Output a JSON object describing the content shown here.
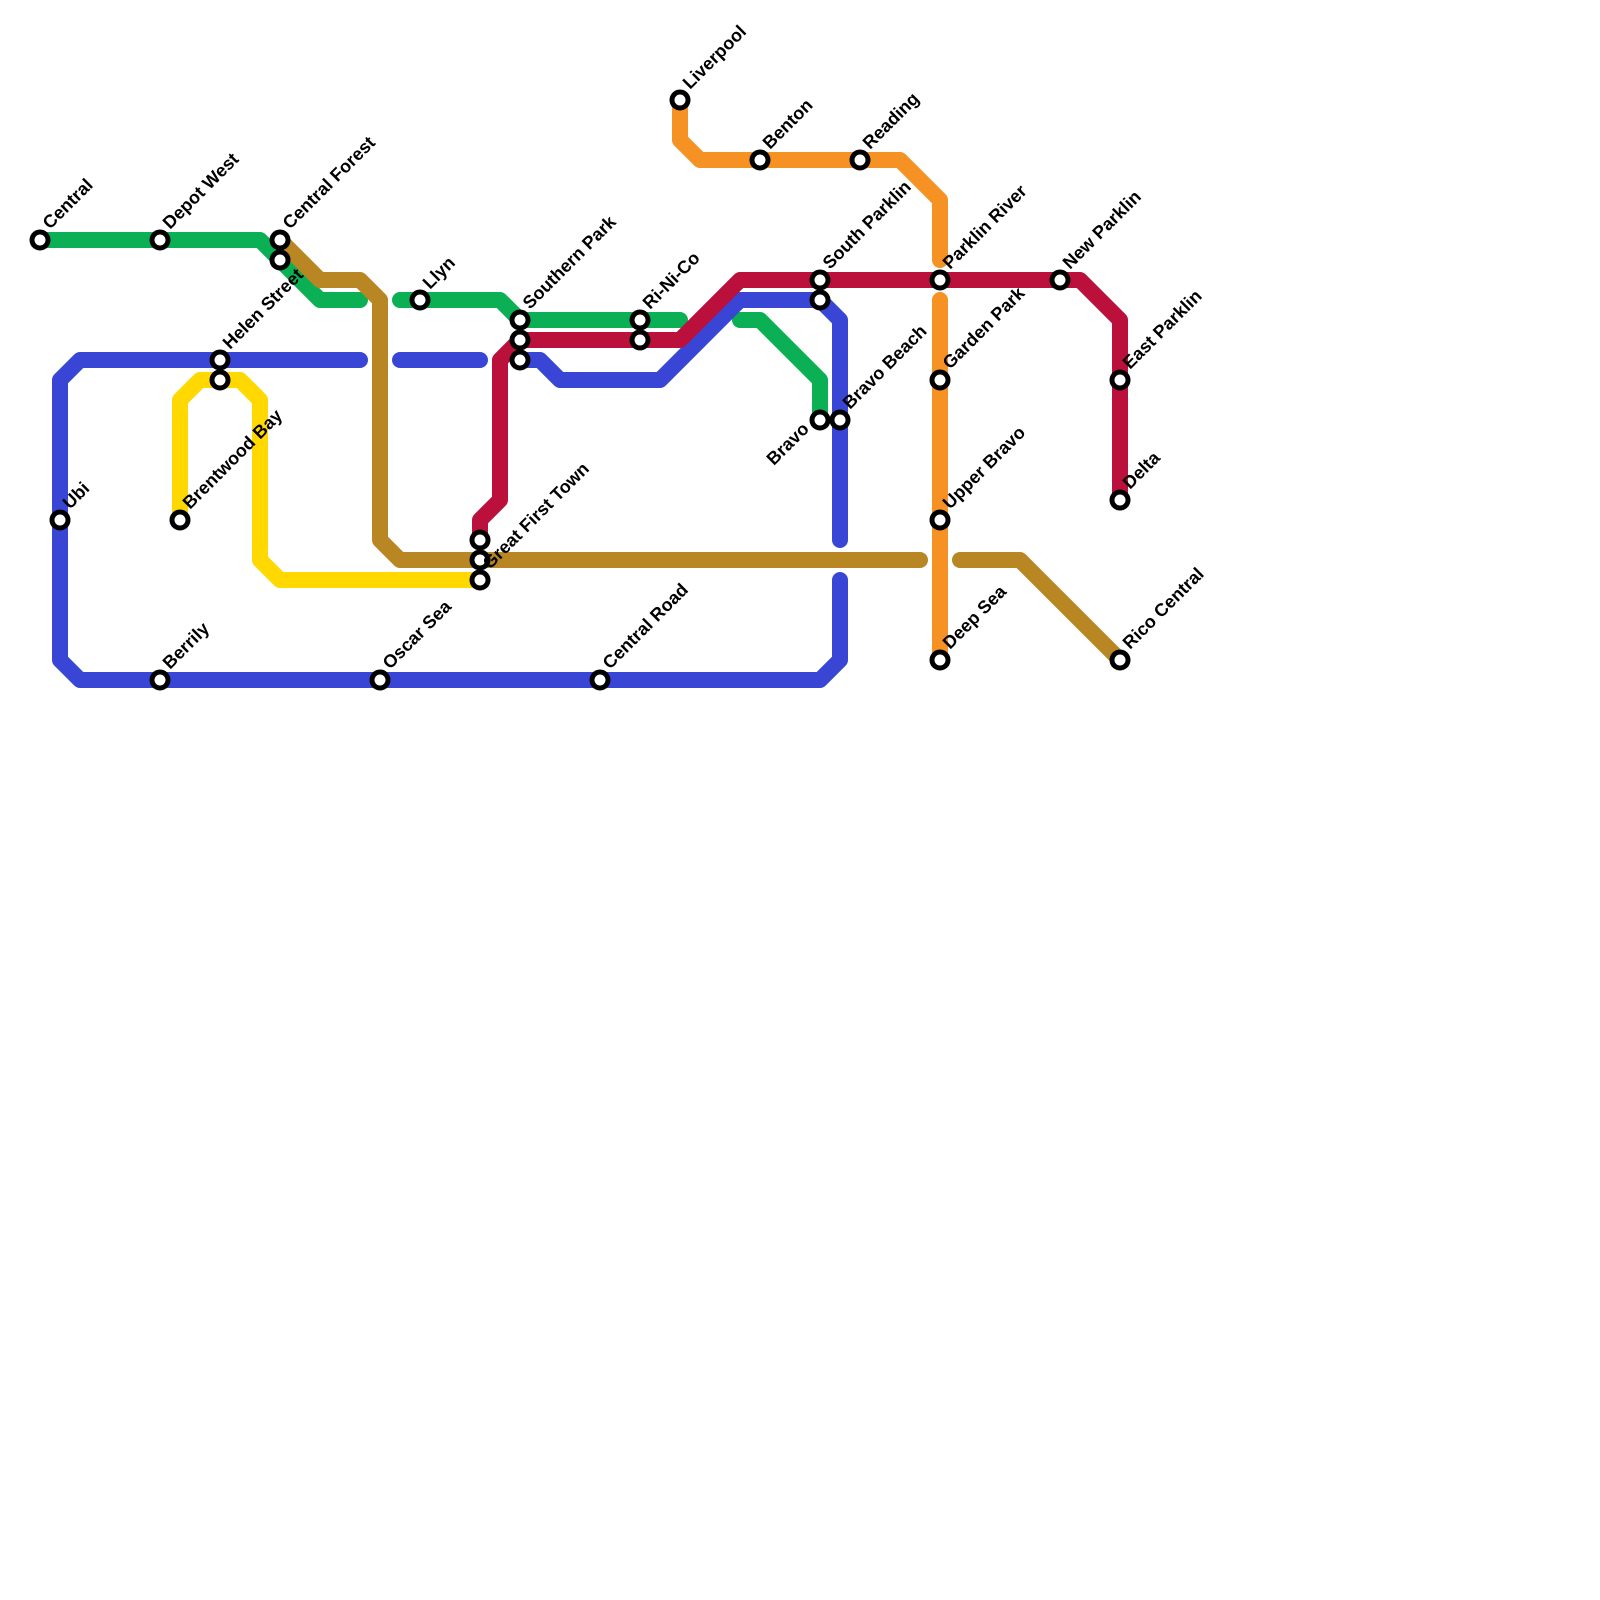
{
  "lines": [
    {
      "name": "green-line",
      "color": "#0bb055"
    },
    {
      "name": "blue-line",
      "color": "#3946d5"
    },
    {
      "name": "yellow-line",
      "color": "#ffd800"
    },
    {
      "name": "brown-line",
      "color": "#b88623"
    },
    {
      "name": "red-line",
      "color": "#bb103b"
    },
    {
      "name": "orange-line",
      "color": "#f59223"
    }
  ],
  "stations": [
    "Central",
    "Depot West",
    "Central Forest",
    "Helen Street",
    "Brentwood Bay",
    "Ubi",
    "Berrily",
    "Oscar Sea",
    "Llyn",
    "Southern Park",
    "Great First Town",
    "Ri-Ni-Co",
    "Central Road",
    "Liverpool",
    "Benton",
    "Reading",
    "South Parklin",
    "Bravo",
    "Bravo Beach",
    "Parklin River",
    "Garden Park",
    "Upper Bravo",
    "Deep Sea",
    "New Parklin",
    "East Parklin",
    "Delta",
    "Rico Central"
  ]
}
